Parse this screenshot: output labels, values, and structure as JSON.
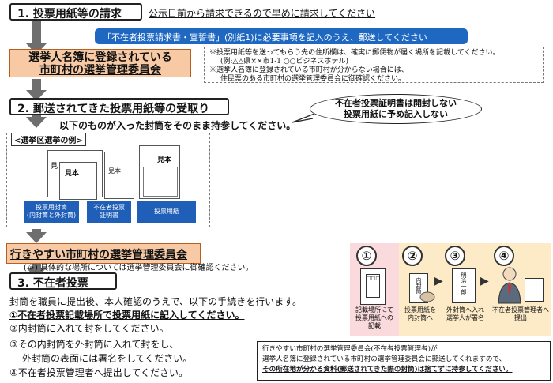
{
  "step1": {
    "title": "1. 投票用紙等の請求",
    "note": "公示日前から請求できるので早めに請求してください"
  },
  "request_pill": "「不在者投票請求書・宣誓書」(別紙1)に必要事項を記入のうえ、郵送してください",
  "orange_top": {
    "line1": "選挙人名簿に登録されている",
    "line2": "市町村の選挙管理委員会"
  },
  "notes_top": [
    "※投票用紙等を送ってもらう先の住所欄は、確実に郵便物が届く場所を記載してください。",
    "(例:△△県××市1-1 ○○ビジネスホテル)",
    "※選挙人名簿に登録されている市町村が分からない場合には、",
    "住民票のある市町村の選挙管理委員会に御確認ください。"
  ],
  "step2": {
    "title": "2. 郵送されてきた投票用紙等の受取り",
    "instruction": "以下のものが入った封筒をそのまま持参してください。"
  },
  "bubble": {
    "line1": "不在者投票証明書は開封しない",
    "line2": "投票用紙に予め記入しない"
  },
  "example": {
    "title": "<選挙区選挙の例>",
    "envelope_text_1": "見",
    "envelope_text_2": "見本",
    "envelope_text_3": "見本",
    "envelope_text_4": "見本",
    "labels": [
      "投票用封筒\n(内封筒と外封筒)",
      "不在者投票\n証明書",
      "投票用紙"
    ]
  },
  "orange_mid": {
    "title": "行きやすい市町村の選挙管理委員会",
    "note": "(※) 具体的な場所については選挙管理委員会に御確認ください。"
  },
  "step3": {
    "title": "3. 不在者投票",
    "intro": "封筒を職員に提出後、本人確認のうえで、以下の手続きを行います。",
    "items": [
      "①不在者投票記載場所で投票用紙に記入してください。",
      "②内封筒に入れて封をしてください。",
      "③その内封筒を外封筒に入れて封をし、",
      "外封筒の表面には署名をしてください。",
      "④不在者投票管理者へ提出してください。"
    ]
  },
  "flow": {
    "numbers": [
      "①",
      "②",
      "③",
      "④"
    ],
    "captions": [
      "記載場所にて\n投票用紙への\n記載",
      "投票用紙を\n内封筒へ",
      "外封筒へ入れ\n選挙人が署名",
      "不在者投票管理者へ\n提出"
    ],
    "env_label_inner": "内封筒",
    "env_label_outer": "明治一郎"
  },
  "bottom_note": {
    "line1": "行きやすい市町村の選挙管理委員会(不在者投票管理者)が",
    "line2": "選挙人名簿に登録されている市町村の選挙管理委員会に郵送してくれますので、",
    "line3": "その所在地が分かる資料(郵送されてきた際の封筒)は捨てずに持参してください。"
  },
  "colors": {
    "blue": "#1f68c2",
    "orange_fill": "#f7c9a5",
    "orange_border": "#b85f1f",
    "flow_fill": "#fdebc8",
    "pink": "#fadadd"
  }
}
